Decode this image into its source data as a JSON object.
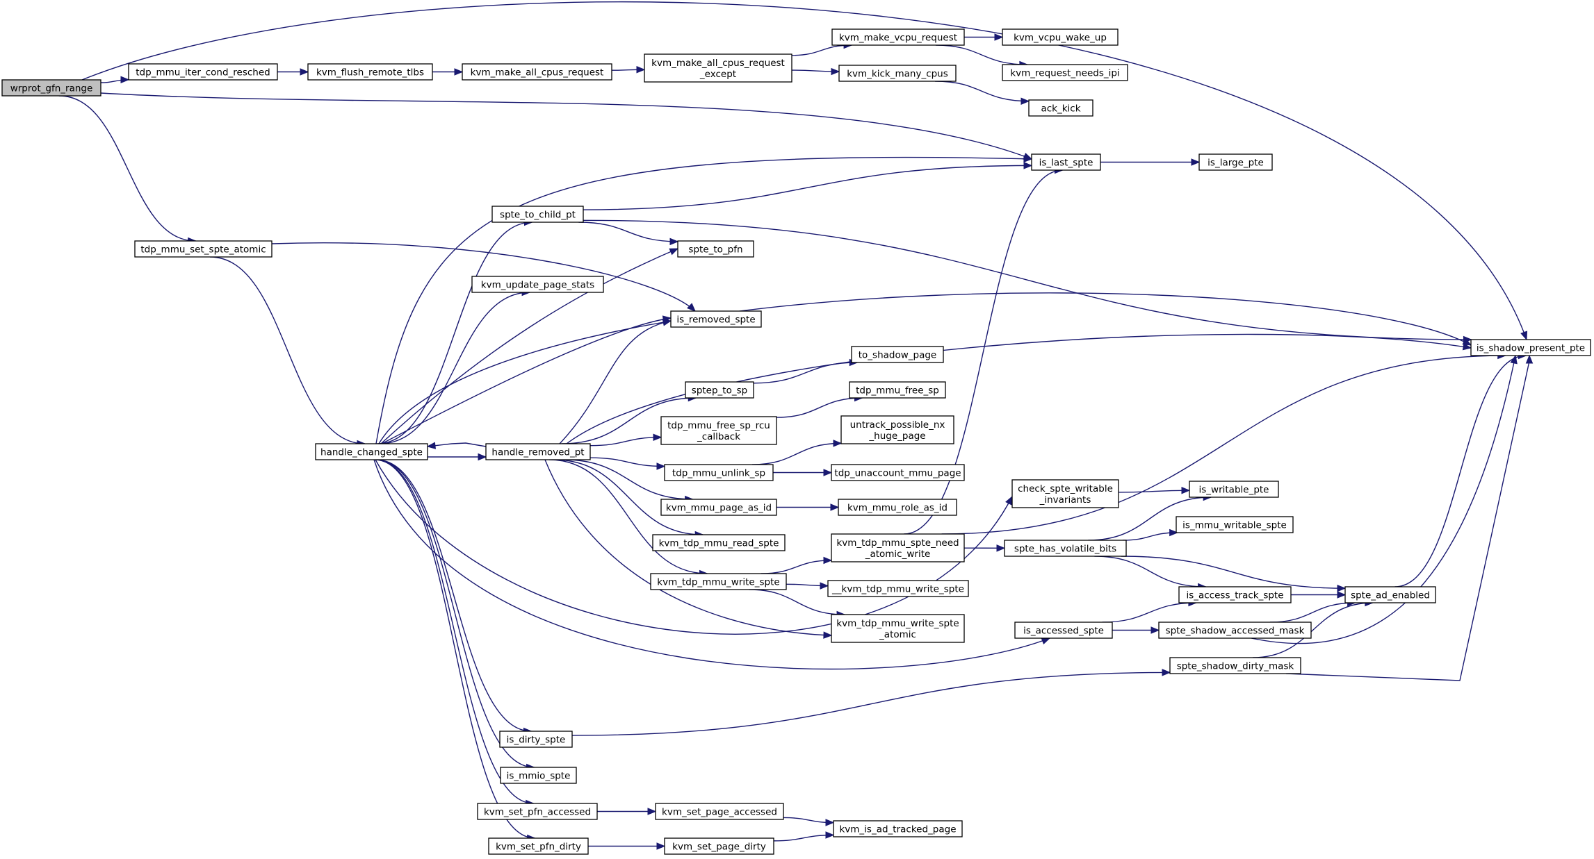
{
  "colors": {
    "edge": "#191970",
    "node_border": "#000000",
    "root_fill": "#bfbfbf",
    "node_fill": "#ffffff"
  },
  "nodes": [
    {
      "id": "wrprot_gfn_range",
      "lines": [
        "wrprot_gfn_range"
      ],
      "root": true
    },
    {
      "id": "tdp_mmu_iter_cond_resched",
      "lines": [
        "tdp_mmu_iter_cond_resched"
      ]
    },
    {
      "id": "kvm_flush_remote_tlbs",
      "lines": [
        "kvm_flush_remote_tlbs"
      ]
    },
    {
      "id": "kvm_make_all_cpus_request",
      "lines": [
        "kvm_make_all_cpus_request"
      ]
    },
    {
      "id": "kvm_make_all_cpus_request_except",
      "lines": [
        "kvm_make_all_cpus_request",
        "_except"
      ]
    },
    {
      "id": "kvm_make_vcpu_request",
      "lines": [
        "kvm_make_vcpu_request"
      ]
    },
    {
      "id": "kvm_vcpu_wake_up",
      "lines": [
        "kvm_vcpu_wake_up"
      ]
    },
    {
      "id": "kvm_request_needs_ipi",
      "lines": [
        "kvm_request_needs_ipi"
      ]
    },
    {
      "id": "kvm_kick_many_cpus",
      "lines": [
        "kvm_kick_many_cpus"
      ]
    },
    {
      "id": "ack_kick",
      "lines": [
        "ack_kick"
      ]
    },
    {
      "id": "is_last_spte",
      "lines": [
        "is_last_spte"
      ]
    },
    {
      "id": "is_large_pte",
      "lines": [
        "is_large_pte"
      ]
    },
    {
      "id": "tdp_mmu_set_spte_atomic",
      "lines": [
        "tdp_mmu_set_spte_atomic"
      ]
    },
    {
      "id": "spte_to_child_pt",
      "lines": [
        "spte_to_child_pt"
      ]
    },
    {
      "id": "spte_to_pfn",
      "lines": [
        "spte_to_pfn"
      ]
    },
    {
      "id": "kvm_update_page_stats",
      "lines": [
        "kvm_update_page_stats"
      ]
    },
    {
      "id": "is_removed_spte",
      "lines": [
        "is_removed_spte"
      ]
    },
    {
      "id": "is_shadow_present_pte",
      "lines": [
        "is_shadow_present_pte"
      ]
    },
    {
      "id": "to_shadow_page",
      "lines": [
        "to_shadow_page"
      ]
    },
    {
      "id": "sptep_to_sp",
      "lines": [
        "sptep_to_sp"
      ]
    },
    {
      "id": "tdp_mmu_free_sp",
      "lines": [
        "tdp_mmu_free_sp"
      ]
    },
    {
      "id": "tdp_mmu_free_sp_rcu_callback",
      "lines": [
        "tdp_mmu_free_sp_rcu",
        "_callback"
      ]
    },
    {
      "id": "untrack_possible_nx_huge_page",
      "lines": [
        "untrack_possible_nx",
        "_huge_page"
      ]
    },
    {
      "id": "handle_changed_spte",
      "lines": [
        "handle_changed_spte"
      ]
    },
    {
      "id": "handle_removed_pt",
      "lines": [
        "handle_removed_pt"
      ]
    },
    {
      "id": "tdp_mmu_unlink_sp",
      "lines": [
        "tdp_mmu_unlink_sp"
      ]
    },
    {
      "id": "tdp_unaccount_mmu_page",
      "lines": [
        "tdp_unaccount_mmu_page"
      ]
    },
    {
      "id": "check_spte_writable_invariants",
      "lines": [
        "check_spte_writable",
        "_invariants"
      ]
    },
    {
      "id": "is_writable_pte",
      "lines": [
        "is_writable_pte"
      ]
    },
    {
      "id": "kvm_mmu_page_as_id",
      "lines": [
        "kvm_mmu_page_as_id"
      ]
    },
    {
      "id": "kvm_mmu_role_as_id",
      "lines": [
        "kvm_mmu_role_as_id"
      ]
    },
    {
      "id": "is_mmu_writable_spte",
      "lines": [
        "is_mmu_writable_spte"
      ]
    },
    {
      "id": "kvm_tdp_mmu_read_spte",
      "lines": [
        "kvm_tdp_mmu_read_spte"
      ]
    },
    {
      "id": "kvm_tdp_mmu_spte_need_atomic_write",
      "lines": [
        "kvm_tdp_mmu_spte_need",
        "_atomic_write"
      ]
    },
    {
      "id": "spte_has_volatile_bits",
      "lines": [
        "spte_has_volatile_bits"
      ]
    },
    {
      "id": "kvm_tdp_mmu_write_spte",
      "lines": [
        "kvm_tdp_mmu_write_spte"
      ]
    },
    {
      "id": "__kvm_tdp_mmu_write_spte",
      "lines": [
        "__kvm_tdp_mmu_write_spte"
      ]
    },
    {
      "id": "is_access_track_spte",
      "lines": [
        "is_access_track_spte"
      ]
    },
    {
      "id": "spte_ad_enabled",
      "lines": [
        "spte_ad_enabled"
      ]
    },
    {
      "id": "kvm_tdp_mmu_write_spte_atomic",
      "lines": [
        "kvm_tdp_mmu_write_spte",
        "_atomic"
      ]
    },
    {
      "id": "is_accessed_spte",
      "lines": [
        "is_accessed_spte"
      ]
    },
    {
      "id": "spte_shadow_accessed_mask",
      "lines": [
        "spte_shadow_accessed_mask"
      ]
    },
    {
      "id": "spte_shadow_dirty_mask",
      "lines": [
        "spte_shadow_dirty_mask"
      ]
    },
    {
      "id": "is_dirty_spte",
      "lines": [
        "is_dirty_spte"
      ]
    },
    {
      "id": "is_mmio_spte",
      "lines": [
        "is_mmio_spte"
      ]
    },
    {
      "id": "kvm_set_pfn_accessed",
      "lines": [
        "kvm_set_pfn_accessed"
      ]
    },
    {
      "id": "kvm_set_page_accessed",
      "lines": [
        "kvm_set_page_accessed"
      ]
    },
    {
      "id": "kvm_is_ad_tracked_page",
      "lines": [
        "kvm_is_ad_tracked_page"
      ]
    },
    {
      "id": "kvm_set_pfn_dirty",
      "lines": [
        "kvm_set_pfn_dirty"
      ]
    },
    {
      "id": "kvm_set_page_dirty",
      "lines": [
        "kvm_set_page_dirty"
      ]
    }
  ],
  "edges": [
    [
      "wrprot_gfn_range",
      "tdp_mmu_iter_cond_resched"
    ],
    [
      "wrprot_gfn_range",
      "is_shadow_present_pte"
    ],
    [
      "wrprot_gfn_range",
      "is_last_spte"
    ],
    [
      "wrprot_gfn_range",
      "tdp_mmu_set_spte_atomic"
    ],
    [
      "tdp_mmu_iter_cond_resched",
      "kvm_flush_remote_tlbs"
    ],
    [
      "kvm_flush_remote_tlbs",
      "kvm_make_all_cpus_request"
    ],
    [
      "kvm_make_all_cpus_request",
      "kvm_make_all_cpus_request_except"
    ],
    [
      "kvm_make_all_cpus_request_except",
      "kvm_make_vcpu_request"
    ],
    [
      "kvm_make_all_cpus_request_except",
      "kvm_kick_many_cpus"
    ],
    [
      "kvm_make_vcpu_request",
      "kvm_vcpu_wake_up"
    ],
    [
      "kvm_make_vcpu_request",
      "kvm_request_needs_ipi"
    ],
    [
      "kvm_kick_many_cpus",
      "ack_kick"
    ],
    [
      "is_last_spte",
      "is_large_pte"
    ],
    [
      "tdp_mmu_set_spte_atomic",
      "is_removed_spte"
    ],
    [
      "tdp_mmu_set_spte_atomic",
      "handle_changed_spte"
    ],
    [
      "handle_changed_spte",
      "is_last_spte"
    ],
    [
      "handle_changed_spte",
      "spte_to_child_pt"
    ],
    [
      "handle_changed_spte",
      "kvm_update_page_stats"
    ],
    [
      "handle_changed_spte",
      "spte_to_pfn"
    ],
    [
      "handle_changed_spte",
      "is_shadow_present_pte"
    ],
    [
      "handle_changed_spte",
      "is_removed_spte"
    ],
    [
      "handle_changed_spte",
      "handle_removed_pt"
    ],
    [
      "handle_changed_spte",
      "check_spte_writable_invariants"
    ],
    [
      "handle_changed_spte",
      "is_accessed_spte"
    ],
    [
      "handle_changed_spte",
      "is_dirty_spte"
    ],
    [
      "handle_changed_spte",
      "is_mmio_spte"
    ],
    [
      "handle_changed_spte",
      "kvm_set_pfn_accessed"
    ],
    [
      "handle_changed_spte",
      "kvm_set_pfn_dirty"
    ],
    [
      "spte_to_child_pt",
      "is_last_spte"
    ],
    [
      "spte_to_child_pt",
      "is_shadow_present_pte"
    ],
    [
      "spte_to_child_pt",
      "spte_to_pfn"
    ],
    [
      "handle_removed_pt",
      "handle_changed_spte"
    ],
    [
      "handle_removed_pt",
      "is_removed_spte"
    ],
    [
      "handle_removed_pt",
      "is_shadow_present_pte"
    ],
    [
      "handle_removed_pt",
      "sptep_to_sp"
    ],
    [
      "handle_removed_pt",
      "tdp_mmu_free_sp_rcu_callback"
    ],
    [
      "handle_removed_pt",
      "tdp_mmu_unlink_sp"
    ],
    [
      "handle_removed_pt",
      "kvm_mmu_page_as_id"
    ],
    [
      "handle_removed_pt",
      "kvm_tdp_mmu_read_spte"
    ],
    [
      "handle_removed_pt",
      "kvm_tdp_mmu_write_spte"
    ],
    [
      "handle_removed_pt",
      "kvm_tdp_mmu_write_spte_atomic"
    ],
    [
      "sptep_to_sp",
      "to_shadow_page"
    ],
    [
      "tdp_mmu_free_sp_rcu_callback",
      "tdp_mmu_free_sp"
    ],
    [
      "tdp_mmu_unlink_sp",
      "untrack_possible_nx_huge_page"
    ],
    [
      "tdp_mmu_unlink_sp",
      "tdp_unaccount_mmu_page"
    ],
    [
      "kvm_mmu_page_as_id",
      "kvm_mmu_role_as_id"
    ],
    [
      "kvm_tdp_mmu_write_spte",
      "kvm_tdp_mmu_spte_need_atomic_write"
    ],
    [
      "kvm_tdp_mmu_write_spte",
      "__kvm_tdp_mmu_write_spte"
    ],
    [
      "kvm_tdp_mmu_write_spte",
      "kvm_tdp_mmu_write_spte_atomic"
    ],
    [
      "kvm_tdp_mmu_spte_need_atomic_write",
      "is_last_spte"
    ],
    [
      "kvm_tdp_mmu_spte_need_atomic_write",
      "is_shadow_present_pte"
    ],
    [
      "kvm_tdp_mmu_spte_need_atomic_write",
      "spte_has_volatile_bits"
    ],
    [
      "check_spte_writable_invariants",
      "is_writable_pte"
    ],
    [
      "spte_has_volatile_bits",
      "is_writable_pte"
    ],
    [
      "spte_has_volatile_bits",
      "is_mmu_writable_spte"
    ],
    [
      "spte_has_volatile_bits",
      "is_access_track_spte"
    ],
    [
      "spte_has_volatile_bits",
      "spte_ad_enabled"
    ],
    [
      "is_access_track_spte",
      "spte_ad_enabled"
    ],
    [
      "spte_ad_enabled",
      "is_shadow_present_pte"
    ],
    [
      "is_accessed_spte",
      "is_access_track_spte"
    ],
    [
      "is_accessed_spte",
      "spte_shadow_accessed_mask"
    ],
    [
      "spte_shadow_accessed_mask",
      "spte_ad_enabled"
    ],
    [
      "spte_shadow_accessed_mask",
      "is_shadow_present_pte"
    ],
    [
      "spte_shadow_dirty_mask",
      "spte_ad_enabled"
    ],
    [
      "spte_shadow_dirty_mask",
      "is_shadow_present_pte"
    ],
    [
      "is_dirty_spte",
      "spte_shadow_dirty_mask"
    ],
    [
      "kvm_set_pfn_accessed",
      "kvm_set_page_accessed"
    ],
    [
      "kvm_set_page_accessed",
      "kvm_is_ad_tracked_page"
    ],
    [
      "kvm_set_pfn_dirty",
      "kvm_set_page_dirty"
    ],
    [
      "kvm_set_page_dirty",
      "kvm_is_ad_tracked_page"
    ]
  ]
}
